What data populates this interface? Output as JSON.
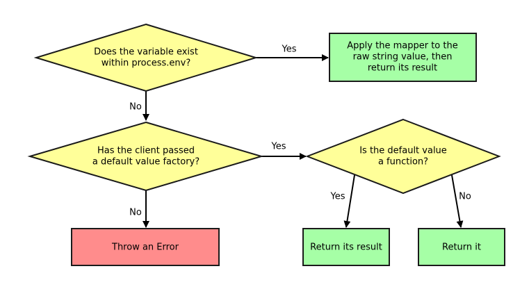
{
  "colors": {
    "decision_fill": "#ffff99",
    "result_fill": "#a6ffa6",
    "error_fill": "#ff8c8c",
    "stroke": "#1a1a1a"
  },
  "nodes": {
    "var_exists": {
      "line1": "Does the variable exist",
      "line2": "within process.env?"
    },
    "apply_mapper": {
      "line1": "Apply the mapper to the",
      "line2": "raw string value, then",
      "line3": "return its result"
    },
    "default_factory": {
      "line1": "Has the client passed",
      "line2": "a default value factory?"
    },
    "is_function": {
      "line1": "Is the default value",
      "line2": "a function?"
    },
    "throw_error": {
      "label": "Throw an Error"
    },
    "return_result": {
      "label": "Return its result"
    },
    "return_it": {
      "label": "Return it"
    }
  },
  "edges": {
    "exists_yes": "Yes",
    "exists_no": "No",
    "factory_yes": "Yes",
    "factory_no": "No",
    "function_yes": "Yes",
    "function_no": "No"
  }
}
